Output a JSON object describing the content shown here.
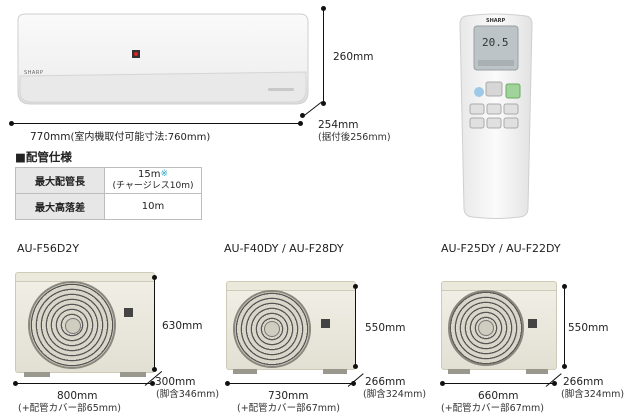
{
  "indoor": {
    "brand": "SHARP",
    "height": "260mm",
    "width": "770mm",
    "width_note": "(室内機取付可能寸法:760mm)",
    "depth": "254mm",
    "depth_note": "(据付後256mm)"
  },
  "remote": {
    "brand": "SHARP",
    "temp": "20.5"
  },
  "piping": {
    "title": "■配管仕様",
    "rows": [
      {
        "label": "最大配管長",
        "value": "15m",
        "mark": "※",
        "note": "(チャージレス10m)"
      },
      {
        "label": "最大高落差",
        "value": "10m"
      }
    ]
  },
  "outdoor": [
    {
      "model": "AU-F56D2Y",
      "height": "630mm",
      "depth": "300mm",
      "depth_note": "(脚含346mm)",
      "width": "800mm",
      "width_note": "(+配管カバー部65mm)"
    },
    {
      "model": "AU-F40DY / AU-F28DY",
      "height": "550mm",
      "depth": "266mm",
      "depth_note": "(脚含324mm)",
      "width": "730mm",
      "width_note": "(+配管カバー部67mm)"
    },
    {
      "model": "AU-F25DY / AU-F22DY",
      "height": "550mm",
      "depth": "266mm",
      "depth_note": "(脚含324mm)",
      "width": "660mm",
      "width_note": "(+配管カバー部67mm)"
    }
  ]
}
